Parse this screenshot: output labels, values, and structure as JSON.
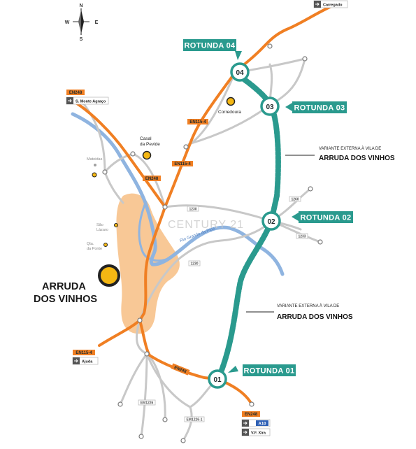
{
  "compass": {
    "n": "N",
    "s": "S",
    "e": "E",
    "w": "W"
  },
  "watermark": "CENTURY 21",
  "town": {
    "line1": "ARRUDA",
    "line2": "DOS VINHOS"
  },
  "villages": {
    "casal_pevide_1": "Casal",
    "casal_pevide_2": "da Pevide",
    "corredoura": "Corredoura",
    "matoidas": "Matoidas",
    "sao_lazaro_1": "São",
    "sao_lazaro_2": "Lázaro",
    "qta_ponte_1": "Qta.",
    "qta_ponte_2": "da Ponte"
  },
  "river": "Rio Grande da Pipa",
  "roundabouts": {
    "r01": {
      "num": "01",
      "label": "ROTUNDA 01"
    },
    "r02": {
      "num": "02",
      "label": "ROTUNDA 02"
    },
    "r03": {
      "num": "03",
      "label": "ROTUNDA 03"
    },
    "r04": {
      "num": "04",
      "label": "ROTUNDA 04"
    }
  },
  "variante": {
    "top_line1": "VARIANTE EXTERNA À VILA DE",
    "top_line2": "ARRUDA DOS VINHOS",
    "bottom_line1": "VARIANTE EXTERNA À VILA DE",
    "bottom_line2": "ARRUDA DOS VINHOS"
  },
  "road_tags": {
    "en248_top": "EN248",
    "en115_4_a": "EN115-4",
    "en115_4_b": "EN115-4",
    "en248_mid": "EN248",
    "en115_4_bottom": "EN115-4",
    "en248_lower": "EN248",
    "en248_bottom": "EN248"
  },
  "grey_tags": {
    "t_top": "1230",
    "t_mid": "1230",
    "t_right_a": "1260",
    "t_right_b": "1233",
    "em1226": "EM1226",
    "em1226_1": "EM1226-1"
  },
  "destinations": {
    "carregado": "Carregado",
    "sobral": "S. Monte Agraço",
    "alhandra_left": "Ajuda",
    "a10": "A10",
    "vf_xira": "V.F. Xira"
  },
  "colors": {
    "orange_road": "#f07f23",
    "grey_road": "#c8c8c8",
    "teal": "#2a9a8e",
    "river": "#8fb4e0",
    "town_area": "#f6b673",
    "yellow_marker": "#f4b713"
  }
}
